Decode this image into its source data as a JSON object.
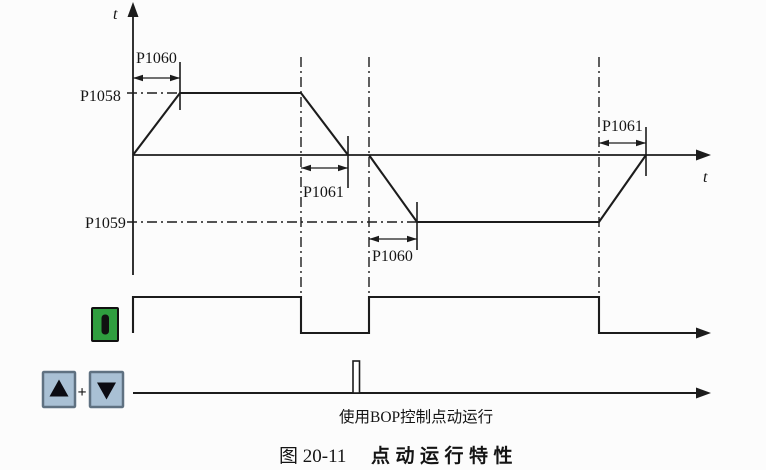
{
  "figure": {
    "axis": {
      "top_label": "t",
      "right_label": "t"
    },
    "params": {
      "p1058": "P1058",
      "p1059": "P1059",
      "p1060_ramp_up": "P1060",
      "p1061_ramp_down": "P1061",
      "p1060_ramp_up_reverse": "P1060",
      "p1061_ramp_down_reverse": "P1061"
    },
    "buttons": {
      "start_icon": "green-I-start-button",
      "raise_icon": "up-arrow-button",
      "lower_icon": "down-arrow-button",
      "plus_sign": "+"
    },
    "bop_note": "使用BOP控制点动运行",
    "caption": {
      "prefix": "图 20-11",
      "title": "点动运行特性"
    }
  },
  "colors": {
    "line": "#1c1c1c",
    "start_button_green": "#2f9e3f",
    "start_button_bar": "#111111",
    "key_button_blue": "#a9c0d4",
    "key_button_border": "#5f7181",
    "pulse_fill": "#ffffff"
  }
}
